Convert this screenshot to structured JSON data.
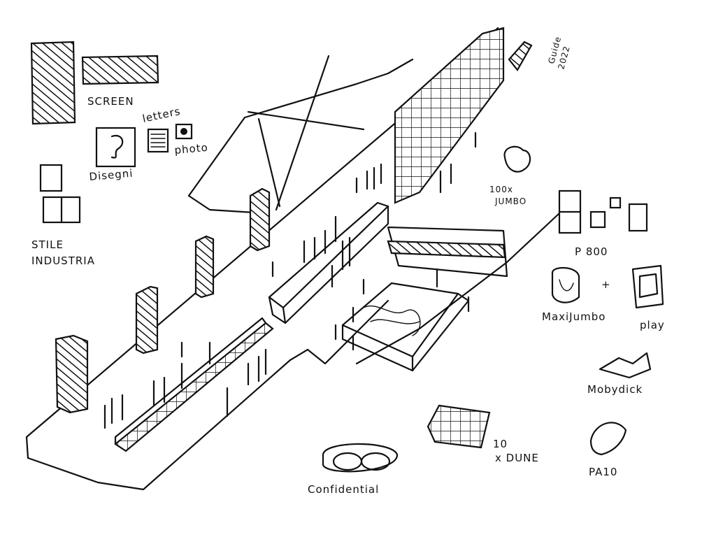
{
  "labels": {
    "screen": "SCREEN",
    "letters": "letters",
    "photo": "photo",
    "disegni": "Disegni",
    "stile_industria_1": "STILE",
    "stile_industria_2": "INDUSTRIA",
    "guide_1": "Guide",
    "guide_2": "2022",
    "jumbo_1": "100x",
    "jumbo_2": "JUMBO",
    "p800": "P 800",
    "maxijumbo": "MaxiJumbo",
    "plus": "+",
    "play": "play",
    "mobydick": "Mobydick",
    "dune_1": "10",
    "dune_2": "x DUNE",
    "pa10": "PA10",
    "confidential": "Confidential"
  }
}
